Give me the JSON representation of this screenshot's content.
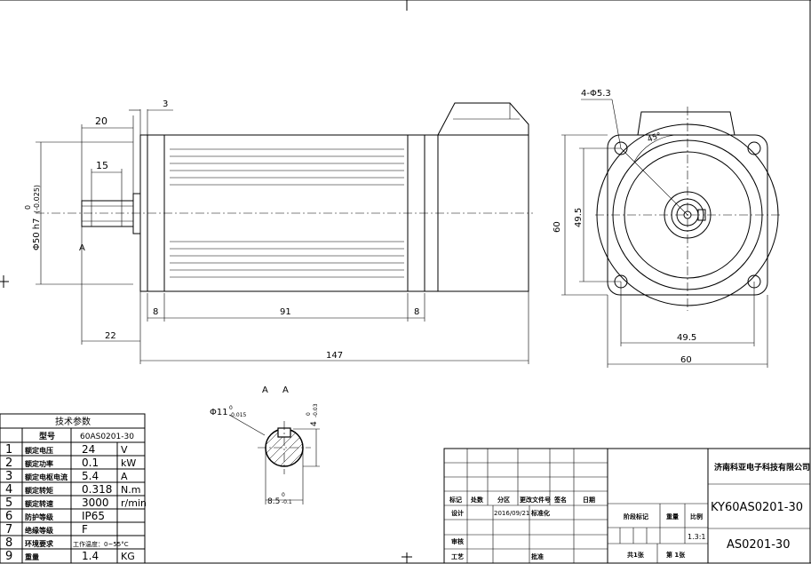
{
  "dimensions": {
    "d3": "3",
    "d20": "20",
    "d15": "15",
    "shaft_dia": "Φ50 h7",
    "shaft_tol_upper": "0",
    "shaft_tol_lower": "(-0.025)",
    "label_a": "A",
    "d8_left": "8",
    "d91": "91",
    "d8_right": "8",
    "d22": "22",
    "d147": "147",
    "hole_spec": "4-Φ5.3",
    "angle": "45°",
    "d60_v": "60",
    "d49_5_v": "49.5",
    "d49_5_h": "49.5",
    "d60_h": "60"
  },
  "section": {
    "title_a1": "A",
    "title_a2": "A",
    "shaft_dia": "Φ11",
    "shaft_tol_upper": "0",
    "shaft_tol_lower": "-0.015",
    "key_depth": "4",
    "key_tol_upper": "0",
    "key_tol_lower": "-0.03",
    "key_width": "8.5",
    "key_width_tol_upper": "0",
    "key_width_tol_lower": "-0.1"
  },
  "spec_table": {
    "title": "技术参数",
    "header": {
      "label": "型号",
      "value": "60AS0201-30"
    },
    "rows": [
      {
        "no": "1",
        "label": "额定电压",
        "value": "24",
        "unit": "V"
      },
      {
        "no": "2",
        "label": "额定功率",
        "value": "0.1",
        "unit": "kW"
      },
      {
        "no": "3",
        "label": "额定电枢电流",
        "value": "5.4",
        "unit": "A"
      },
      {
        "no": "4",
        "label": "额定转矩",
        "value": "0.318",
        "unit": "N.m"
      },
      {
        "no": "5",
        "label": "额定转速",
        "value": "3000",
        "unit": "r/min"
      },
      {
        "no": "6",
        "label": "防护等级",
        "value": "IP65",
        "unit": ""
      },
      {
        "no": "7",
        "label": "绝缘等级",
        "value": "F",
        "unit": ""
      },
      {
        "no": "8",
        "label": "环境要求",
        "value": "工作温度：0~55°C",
        "unit": ""
      },
      {
        "no": "9",
        "label": "重量",
        "value": "1.4",
        "unit": "KG"
      }
    ]
  },
  "title_block": {
    "company": "济南科亚电子科技有限公司",
    "drawing_name": "KY60AS0201-30",
    "drawing_code": "AS0201-30",
    "col_mark": "标记",
    "col_count": "处数",
    "col_zone": "分区",
    "col_change_doc": "更改文件号",
    "col_sign": "签名",
    "col_date": "日期",
    "design": "设计",
    "design_date": "2016/09/21",
    "standardize": "标准化",
    "stage_mark": "阶段标记",
    "weight": "重量",
    "scale": "比例",
    "scale_value": "1.3:1",
    "review": "审核",
    "process": "工艺",
    "approve": "批准",
    "sheets_total": "共1张",
    "sheet_no": "第 1张"
  }
}
